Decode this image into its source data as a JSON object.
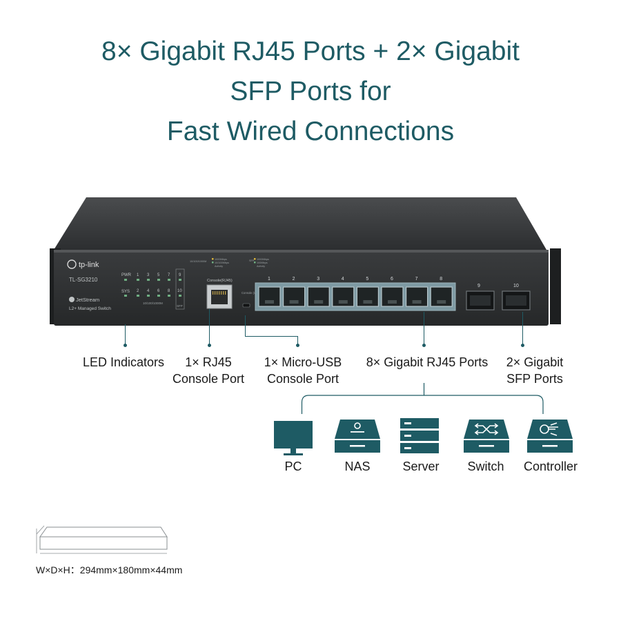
{
  "headline": {
    "line1": "8× Gigabit RJ45 Ports + 2× Gigabit",
    "line2": "SFP Ports for",
    "line3": "Fast Wired Connections"
  },
  "switch_panel": {
    "brand": "tp-link",
    "model": "TL-SG3210",
    "series": "JetStream",
    "subtitle": "L2+ Managed Switch",
    "led_pwr": "PWR",
    "led_sys": "SYS",
    "led_speed_label": "10/100/1000M",
    "led_sfp_label": "SFP",
    "legend_rj45": [
      "1000Mbps",
      "10/100Mbps",
      "Activity"
    ],
    "legend_sfp": [
      "1000Mbps",
      "100Mbps",
      "Activity"
    ],
    "console_rj45_label": "Console(RJ45)",
    "console_usb_label": "Console (USB)",
    "port_numbers": [
      "1",
      "2",
      "3",
      "4",
      "5",
      "6",
      "7",
      "8"
    ],
    "sfp_port_numbers": [
      "9",
      "10"
    ]
  },
  "callouts": {
    "led": "LED Indicators",
    "rj45_console_1": "1× RJ45",
    "rj45_console_2": "Console Port",
    "usb_console_1": "1× Micro-USB",
    "usb_console_2": "Console Port",
    "gigabit_ports": "8× Gigabit RJ45 Ports",
    "sfp_1": "2× Gigabit",
    "sfp_2": "SFP Ports"
  },
  "devices": [
    {
      "label": "PC",
      "icon": "monitor-icon"
    },
    {
      "label": "NAS",
      "icon": "nas-icon"
    },
    {
      "label": "Server",
      "icon": "server-icon"
    },
    {
      "label": "Switch",
      "icon": "switch-icon"
    },
    {
      "label": "Controller",
      "icon": "controller-icon"
    }
  ],
  "dimensions": {
    "text": "W×D×H：294mm×180mm×44mm"
  },
  "colors": {
    "accent": "#1e5b64",
    "chassis": "#2f3133",
    "port_panel": "#7e9aa3"
  }
}
